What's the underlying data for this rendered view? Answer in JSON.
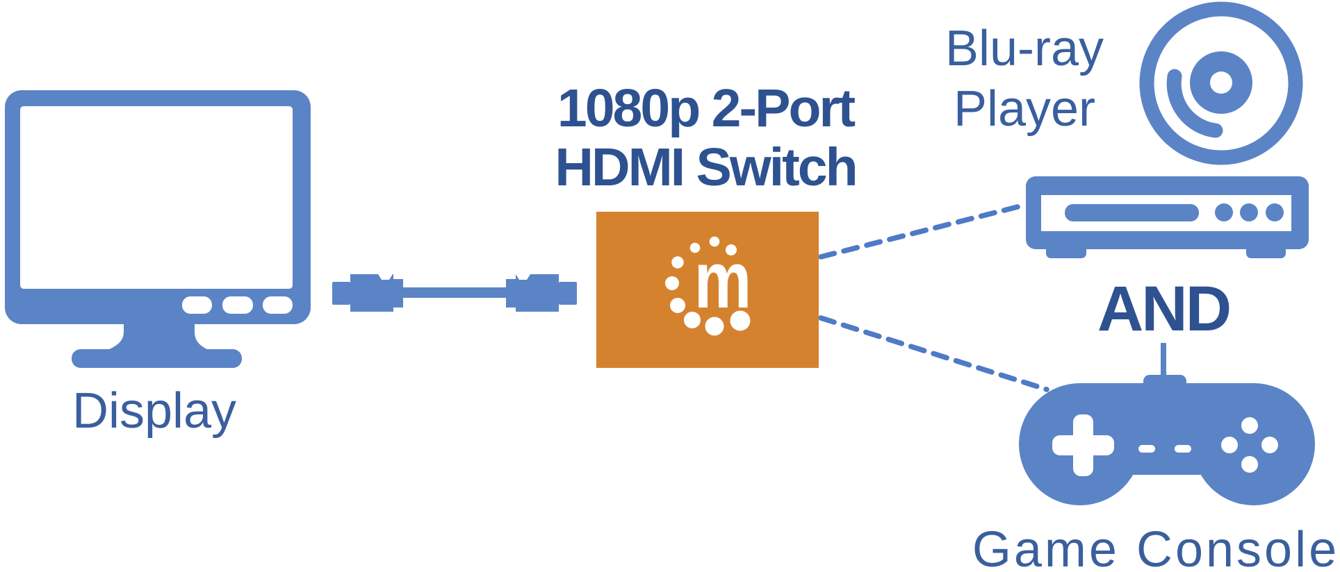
{
  "diagram": {
    "title_line1": "1080p 2-Port",
    "title_line2": "HDMI Switch",
    "and_label": "AND",
    "labels": {
      "display": "Display",
      "bluray_line1": "Blu-ray",
      "bluray_line2": "Player",
      "game_console": "Game Console"
    },
    "switch": {
      "logo_letter": "m"
    },
    "icons": {
      "display": "display-monitor-icon",
      "cable": "hdmi-cable-icon",
      "switch_box": "hdmi-switch-box-icon",
      "switch_logo": "manhattan-m-logo",
      "bluray_disc": "bluray-disc-icon",
      "bluray_player": "bluray-player-icon",
      "game_controller": "game-controller-icon",
      "connections": "dashed-connection-lines"
    },
    "colors": {
      "icon_blue": "#5b84c6",
      "dash_blue": "#4e7ac6",
      "label_navy": "#3a5f9e",
      "title_navy": "#2e5290",
      "switch_orange": "#d5822f",
      "background": "#ffffff"
    }
  }
}
